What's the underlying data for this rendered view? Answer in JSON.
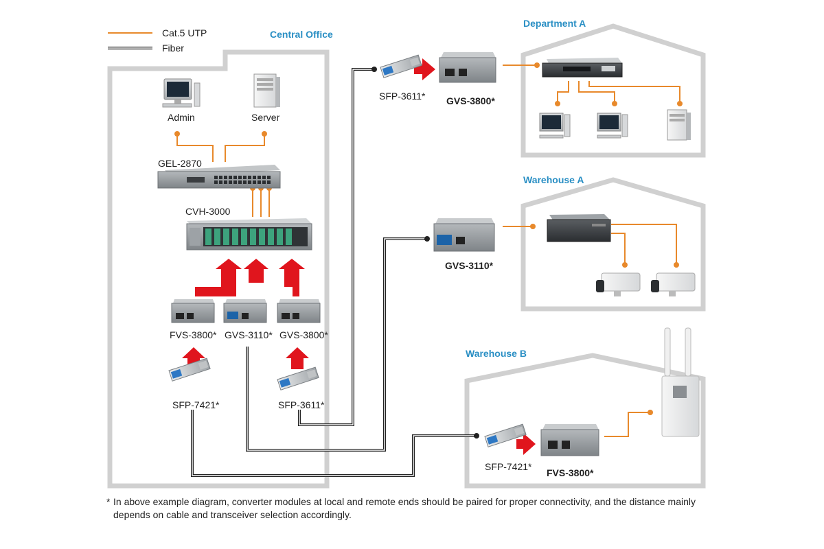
{
  "legend": {
    "cat5_label": "Cat.5 UTP",
    "fiber_label": "Fiber",
    "cat5_color": "#e8892b",
    "fiber_color": "#222222"
  },
  "colors": {
    "arrow": "#e0151d",
    "title": "#2a8fc4",
    "building_outline": "#d0d0d0"
  },
  "sites": {
    "central_office": "Central Office",
    "department_a": "Department A",
    "warehouse_a": "Warehouse A",
    "warehouse_b": "Warehouse B"
  },
  "devices": {
    "admin": "Admin",
    "server": "Server",
    "gel2870": "GEL-2870",
    "cvh3000": "CVH-3000",
    "fvs3800_co": "FVS-3800*",
    "gvs3110_co": "GVS-3110*",
    "gvs3800_co": "GVS-3800*",
    "sfp7421_co": "SFP-7421*",
    "sfp3611_co": "SFP-3611*",
    "sfp3611_dept": "SFP-3611*",
    "gvs3800_dept": "GVS-3800*",
    "gvs3110_wh": "GVS-3110*",
    "sfp7421_whb": "SFP-7421*",
    "fvs3800_whb": "FVS-3800*"
  },
  "footnote": {
    "marker": "*",
    "text": "In above example diagram, converter modules at local and remote ends should be paired for proper connectivity, and the distance mainly depends on cable and transceiver selection accordingly."
  }
}
